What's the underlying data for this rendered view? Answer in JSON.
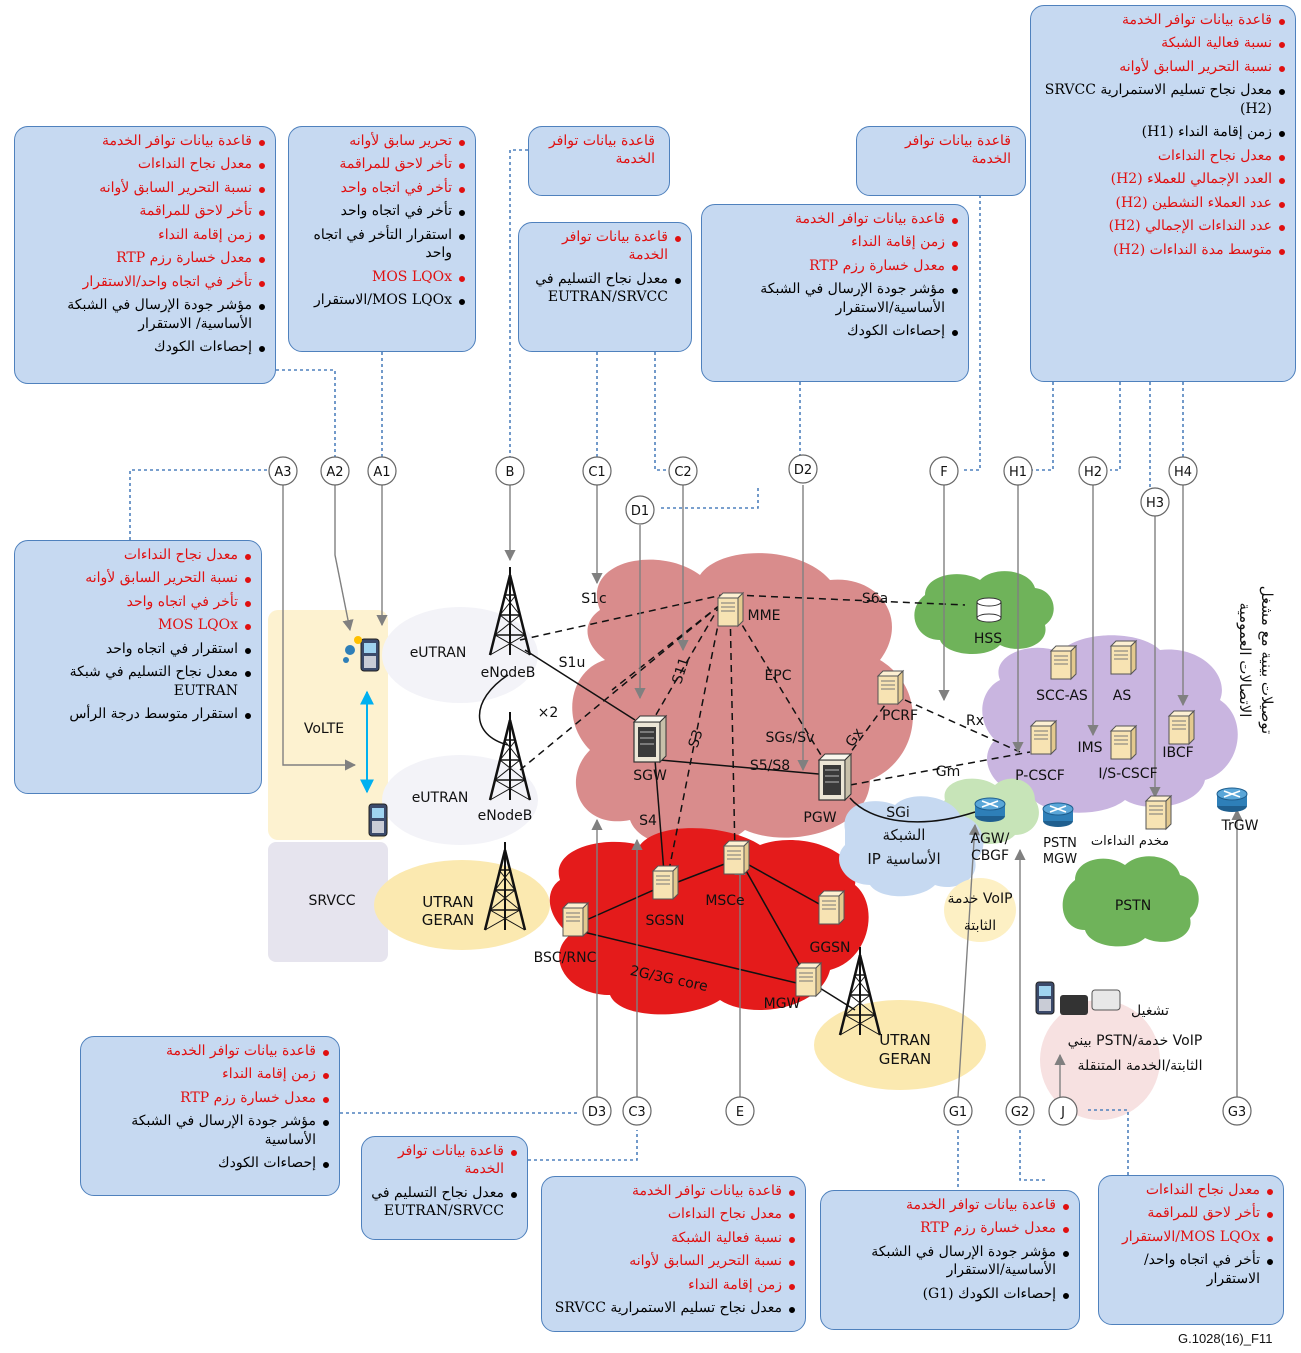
{
  "figure_id": "G.1028(16)_F11",
  "colors": {
    "box_fill": "#c6d9f1",
    "box_border": "#4f81bd",
    "red_text": "#e01010",
    "epc_cloud": "#d98c8c",
    "core_cloud": "#e01010",
    "ims_cloud": "#c9b5e0",
    "green_cloud": "#6fb35a",
    "ip_cloud": "#c6d9f1",
    "yellow_cloud": "#fbe9b0",
    "pink_cloud": "#f7e1e1",
    "srvcc_box": "#e6e4ee",
    "volte_box": "#fdf2d0"
  },
  "boxes": {
    "a3": [
      {
        "text": "قاعدة بيانات توافر الخدمة",
        "color": "red"
      },
      {
        "text": "معدل نجاح النداءات",
        "color": "red"
      },
      {
        "text": "نسبة التحرير السابق لأوانه",
        "color": "red"
      },
      {
        "text": "تأخر لاحق للمراقمة",
        "color": "red"
      },
      {
        "text": "زمن إقامة النداء",
        "color": "red"
      },
      {
        "text": "معدل خسارة رزم RTP",
        "color": "red"
      },
      {
        "text": "تأخر في اتجاه واحد/الاستقرار",
        "color": "red"
      },
      {
        "text": "مؤشر جودة الإرسال في الشبكة الأساسية/ الاستقرار",
        "color": "black"
      },
      {
        "text": "إحصاءات الكودك",
        "color": "black"
      }
    ],
    "a1": [
      {
        "text": "تحرير سابق لأوانه",
        "color": "red"
      },
      {
        "text": "تأخر لاحق للمراقمة",
        "color": "red"
      },
      {
        "text": "تأخر في اتجاه واحد",
        "color": "red"
      },
      {
        "text": "تأخر في اتجاه واحد",
        "color": "black"
      },
      {
        "text": "استقرار التأخر في اتجاه واحد",
        "color": "black"
      },
      {
        "text": "MOS LQOx",
        "color": "red"
      },
      {
        "text": "MOS LQOx/الاستقرار",
        "color": "black"
      }
    ],
    "b": [
      {
        "text": "قاعدة بيانات توافر الخدمة",
        "color": "red",
        "nodot": true
      }
    ],
    "c1": [
      {
        "text": "قاعدة بيانات توافر الخدمة",
        "color": "red"
      },
      {
        "text": "معدل نجاح التسليم في EUTRAN/SRVCC",
        "color": "black"
      }
    ],
    "d2": [
      {
        "text": "قاعدة بيانات توافر الخدمة",
        "color": "red"
      },
      {
        "text": "زمن إقامة النداء",
        "color": "red"
      },
      {
        "text": "معدل خسارة رزم RTP",
        "color": "red"
      },
      {
        "text": "مؤشر جودة الإرسال في الشبكة الأساسية/الاستقرار",
        "color": "black"
      },
      {
        "text": "إحصاءات الكودك",
        "color": "black"
      }
    ],
    "f": [
      {
        "text": "قاعدة بيانات توافر الخدمة",
        "color": "red",
        "nodot": true
      }
    ],
    "h": [
      {
        "text": "قاعدة بيانات توافر الخدمة",
        "color": "red"
      },
      {
        "text": "نسبة فعالية الشبكة",
        "color": "red"
      },
      {
        "text": "نسبة التحرير السابق لأوانه",
        "color": "red"
      },
      {
        "text": "معدل نجاح تسليم الاستمرارية SRVCC (H2)",
        "color": "black"
      },
      {
        "text": "زمن إقامة النداء (H1)",
        "color": "black"
      },
      {
        "text": "معدل نجاح النداءات",
        "color": "red"
      },
      {
        "text": "العدد الإجمالي للعملاء (H2)",
        "color": "red"
      },
      {
        "text": "عدد العملاء النشطين (H2)",
        "color": "red"
      },
      {
        "text": "عدد النداءات الإجمالي (H2)",
        "color": "red"
      },
      {
        "text": "متوسط مدة النداءات (H2)",
        "color": "red"
      }
    ],
    "a2": [
      {
        "text": "معدل نجاح النداءات",
        "color": "red"
      },
      {
        "text": "نسبة التحرير السابق لأوانه",
        "color": "red"
      },
      {
        "text": "تأخر في اتجاه واحد",
        "color": "red"
      },
      {
        "text": "MOS LQOx",
        "color": "red"
      },
      {
        "text": "استقرار في اتجاه واحد",
        "color": "black"
      },
      {
        "text": "معدل نجاح التسليم في شبكة EUTRAN",
        "color": "black"
      },
      {
        "text": "استقرار متوسط درجة الرأس",
        "color": "black"
      }
    ],
    "d3": [
      {
        "text": "قاعدة بيانات توافر الخدمة",
        "color": "red"
      },
      {
        "text": "زمن إقامة النداء",
        "color": "red"
      },
      {
        "text": "معدل خسارة رزم RTP",
        "color": "red"
      },
      {
        "text": "مؤشر جودة الإرسال في الشبكة الأساسية",
        "color": "black"
      },
      {
        "text": "إحصاءات الكودك",
        "color": "black"
      }
    ],
    "c3": [
      {
        "text": "قاعدة بيانات توافر الخدمة",
        "color": "red"
      },
      {
        "text": "معدل نجاح التسليم في EUTRAN/SRVCC",
        "color": "black"
      }
    ],
    "e": [
      {
        "text": "قاعدة بيانات توافر الخدمة",
        "color": "red"
      },
      {
        "text": "معدل نجاح النداءات",
        "color": "red"
      },
      {
        "text": "نسبة فعالية الشبكة",
        "color": "red"
      },
      {
        "text": "نسبة التحرير السابق لأوانه",
        "color": "red"
      },
      {
        "text": "زمن إقامة النداء",
        "color": "red"
      },
      {
        "text": "معدل نجاح تسليم الاستمرارية SRVCC",
        "color": "black"
      }
    ],
    "g": [
      {
        "text": "قاعدة بيانات توافر الخدمة",
        "color": "red"
      },
      {
        "text": "معدل خسارة رزم RTP",
        "color": "red"
      },
      {
        "text": "مؤشر جودة الإرسال في الشبكة الأساسية/الاستقرار",
        "color": "black"
      },
      {
        "text": "إحصاءات الكودك (G1)",
        "color": "black"
      }
    ],
    "j": [
      {
        "text": "معدل نجاح النداءات",
        "color": "red"
      },
      {
        "text": "تأخر لاحق للمراقمة",
        "color": "red"
      },
      {
        "text": "MOS LQOx/الاستقرار",
        "color": "red"
      },
      {
        "text": "تأخر في اتجاه واحد/ الاستقرار",
        "color": "black"
      }
    ]
  },
  "points": {
    "A1": "A1",
    "A2": "A2",
    "A3": "A3",
    "B": "B",
    "C1": "C1",
    "C2": "C2",
    "C3": "C3",
    "D1": "D1",
    "D2": "D2",
    "D3": "D3",
    "E": "E",
    "F": "F",
    "G1": "G1",
    "G2": "G2",
    "G3": "G3",
    "H1": "H1",
    "H2": "H2",
    "H3": "H3",
    "H4": "H4",
    "J": "J"
  },
  "labels": {
    "eutran_top": "eUTRAN",
    "eutran_bottom": "eUTRAN",
    "enodeb_top": "eNodeB",
    "enodeb_bottom": "eNodeB",
    "x2": "×2",
    "s1c": "S1c",
    "s1u": "S1u",
    "s6a": "S6a",
    "mme": "MME",
    "epc": "EPC",
    "s11": "S11",
    "s3": "S3",
    "sgs_sv": "SGs/Sv",
    "gx": "Gx",
    "pcrf": "PCRF",
    "rx": "Rx",
    "hss": "HSS",
    "sgw": "SGW",
    "s5_s8": "S5/S8",
    "pgw": "PGW",
    "gm": "Gm",
    "sgi": "SGi",
    "ip_core_1": "الشبكة",
    "ip_core_2": "IP الأساسية",
    "agw_1": "AGW/",
    "agw_2": "CBGF",
    "pstn_mgw_1": "PSTN",
    "pstn_mgw_2": "MGW",
    "scc_as": "SCC-AS",
    "as": "AS",
    "ims": "IMS",
    "is_cscf": "I/S-CSCF",
    "p_cscf": "P-CSCF",
    "ibcf": "IBCF",
    "call_server": "مخدم النداءات",
    "trgw": "TrGW",
    "interconnect_1": "توصيلات بينية مع مشغل",
    "interconnect_2": "الاتصالات العمومية",
    "s4": "S4",
    "sgsn": "SGSN",
    "msce": "MSCe",
    "ggsn": "GGSN",
    "bsc_rnc": "BSC/RNC",
    "core_2g3g": "2G/3G core",
    "mgw": "MGW",
    "utran_left_1": "UTRAN",
    "utran_left_2": "GERAN",
    "utran_right_1": "UTRAN",
    "utran_right_2": "GERAN",
    "voip_fixed_1": "خدمة VoIP",
    "voip_fixed_2": "الثابتة",
    "pstn": "PSTN",
    "volte": "VoLTE",
    "srvcc": "SRVCC",
    "interwork_1": "تشغيل",
    "interwork_2": "بيني PSTN/خدمة VoIP",
    "interwork_3": "الثابتة/الخدمة المتنقلة"
  }
}
